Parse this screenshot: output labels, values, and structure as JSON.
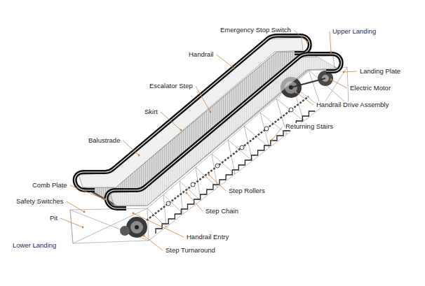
{
  "diagram": {
    "labels": [
      "Emergency Stop Switch",
      "Upper Landing",
      "Handrail",
      "Landing Plate",
      "Escalator Step",
      "Electric Motor",
      "Handrail Drive Assembly",
      "Skirt",
      "Returning Stairs",
      "Balustrade",
      "Comb Plate",
      "Step Rollers",
      "Safety Switches",
      "Pit",
      "Step Chain",
      "Lower Landing",
      "Handrail Entry",
      "Step Turnaround"
    ]
  }
}
